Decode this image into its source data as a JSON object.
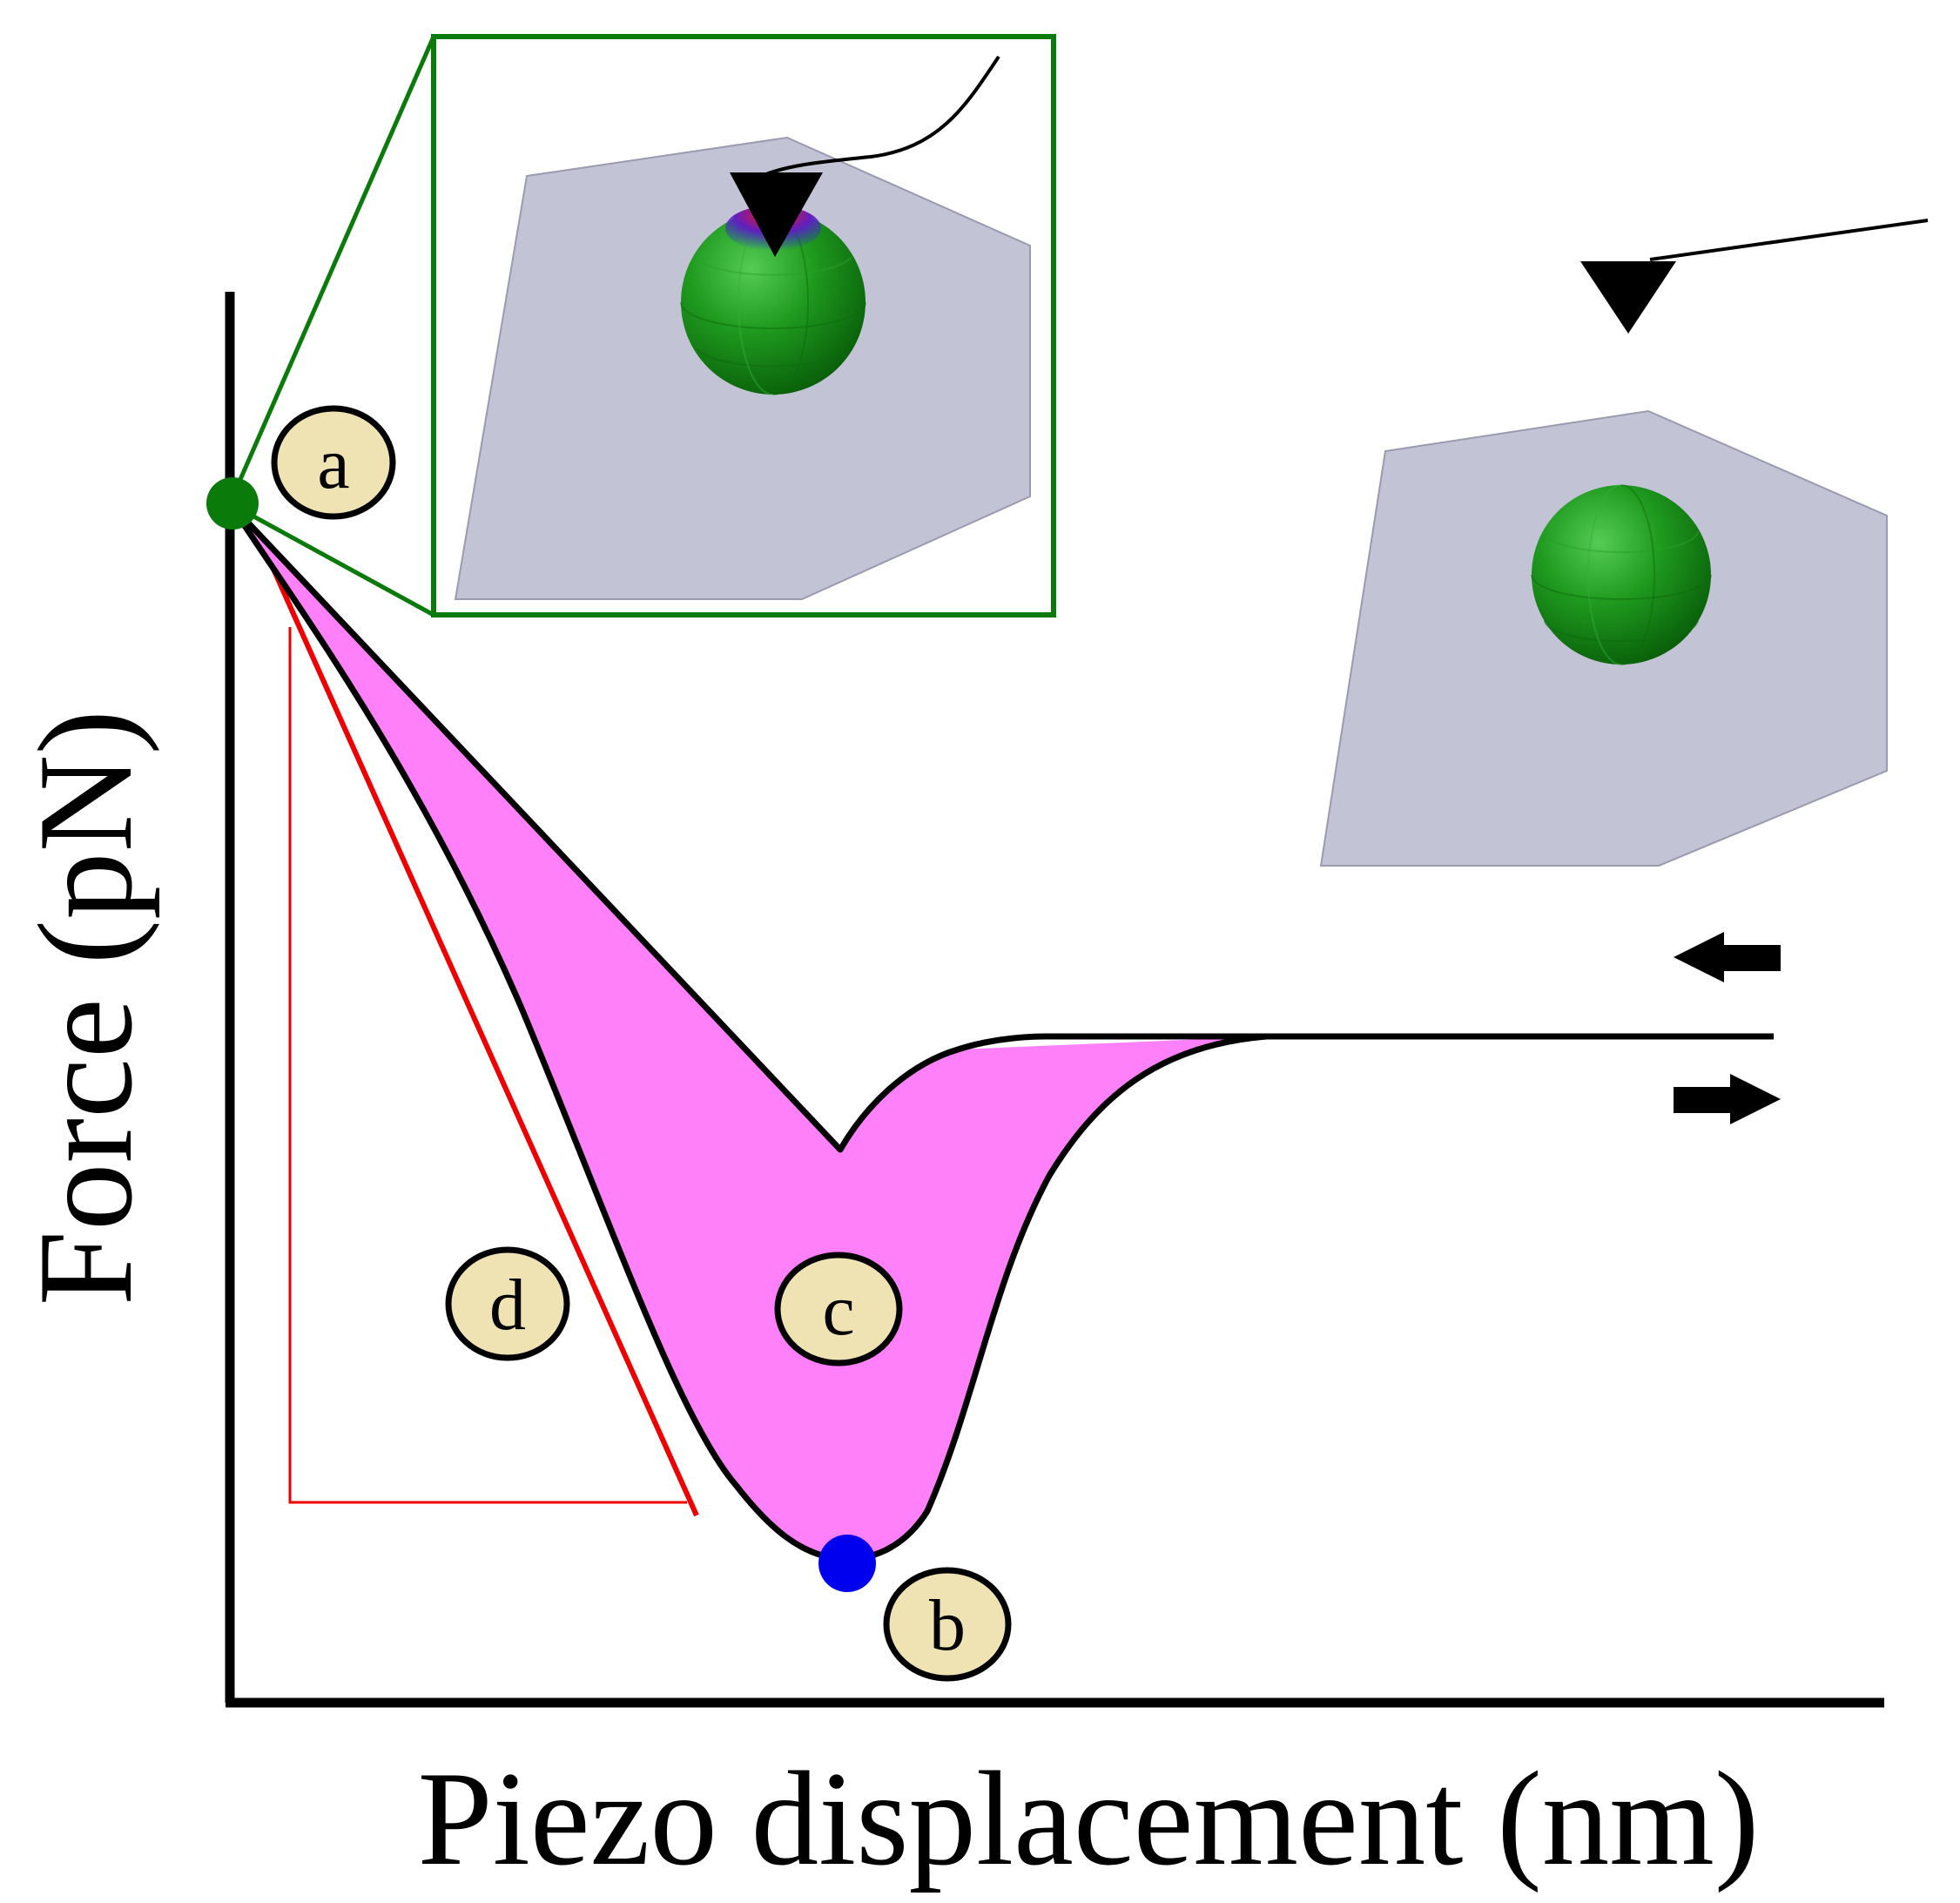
{
  "axes": {
    "x_title": "Piezo displacement (nm)",
    "y_title": "Force (pN)"
  },
  "labels": {
    "a": "a",
    "b": "b",
    "c": "c",
    "d": "d"
  },
  "icons": {
    "direction_arrows": [
      "arrow-left-icon",
      "arrow-right-icon"
    ],
    "inset": "tip-on-sphere-inset",
    "scene": "tip-above-sphere-scene"
  },
  "colors": {
    "axis": "#000000",
    "adhesion_area": "#ff80f8",
    "slope_line": "#ee0000",
    "contact_point": "#0a7a0a",
    "inset_frame": "#0a7a0a",
    "rupture_point": "#0000ee",
    "badge_fill": "#efe3b4",
    "substrate": "#c3c3d6",
    "sphere": "#1a9a1a"
  }
}
